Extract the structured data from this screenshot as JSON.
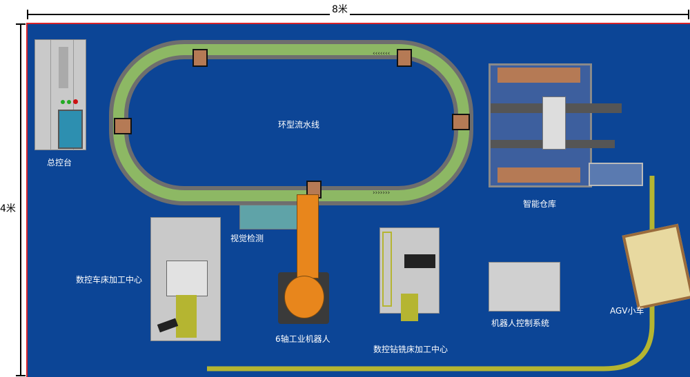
{
  "dimensions": {
    "width_label": "8米",
    "height_label": "4米"
  },
  "stations": {
    "console": "总控台",
    "conveyor": "环型流水线",
    "warehouse": "智能仓库",
    "vision": "视觉检测",
    "lathe": "数控车床加工中心",
    "robot": "6轴工业机器人",
    "mill": "数控钻铣床加工中心",
    "robot_control": "机器人控制系统",
    "agv": "AGV小车"
  },
  "colors": {
    "floor": "#0c4596",
    "border": "#d8232a",
    "track": "#8db864",
    "agv_path": "#b5b531",
    "robot": "#e8861c"
  }
}
